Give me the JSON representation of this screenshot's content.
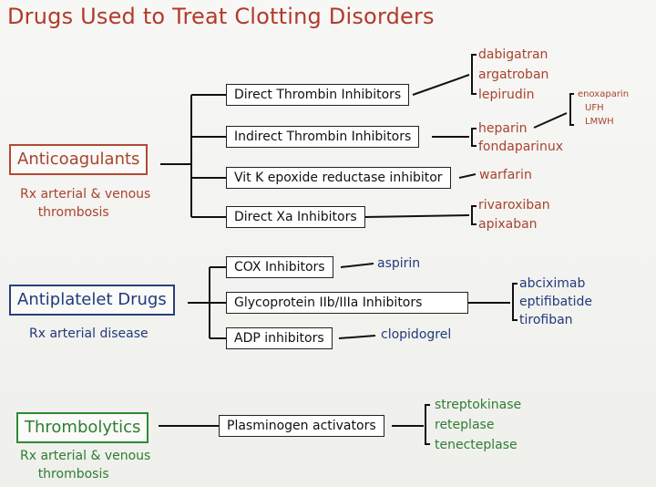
{
  "title": "Drugs Used to Treat Clotting Disorders",
  "colors": {
    "title": "#b23a2a",
    "anticoagulants": "#a8432f",
    "antiplatelet": "#223a7a",
    "thrombolytics": "#2e7d32"
  },
  "anticoagulants": {
    "name": "Anticoagulants",
    "indication": [
      "Rx arterial & venous",
      "thrombosis"
    ],
    "classes": [
      {
        "label": "Direct Thrombin Inhibitors",
        "drugs": [
          "dabigatran",
          "argatroban",
          "lepirudin"
        ]
      },
      {
        "label": "Indirect Thrombin Inhibitors",
        "drugs": [
          "heparin",
          "fondaparinux"
        ],
        "heparin_types": [
          "enoxaparin",
          "UFH",
          "LMWH"
        ]
      },
      {
        "label": "Vit K epoxide reductase inhibitor",
        "drugs": [
          "warfarin"
        ]
      },
      {
        "label": "Direct Xa Inhibitors",
        "drugs": [
          "rivaroxiban",
          "apixaban"
        ]
      }
    ]
  },
  "antiplatelet": {
    "name": "Antiplatelet Drugs",
    "indication": [
      "Rx arterial disease"
    ],
    "classes": [
      {
        "label": "COX Inhibitors",
        "drugs": [
          "aspirin"
        ]
      },
      {
        "label": "Glycoprotein IIb/IIIa Inhibitors",
        "drugs": [
          "abciximab",
          "eptifibatide",
          "tirofiban"
        ]
      },
      {
        "label": "ADP inhibitors",
        "drugs": [
          "clopidogrel"
        ]
      }
    ]
  },
  "thrombolytics": {
    "name": "Thrombolytics",
    "indication": [
      "Rx arterial & venous",
      "thrombosis"
    ],
    "classes": [
      {
        "label": "Plasminogen activators",
        "drugs": [
          "streptokinase",
          "reteplase",
          "tenecteplase"
        ]
      }
    ]
  }
}
